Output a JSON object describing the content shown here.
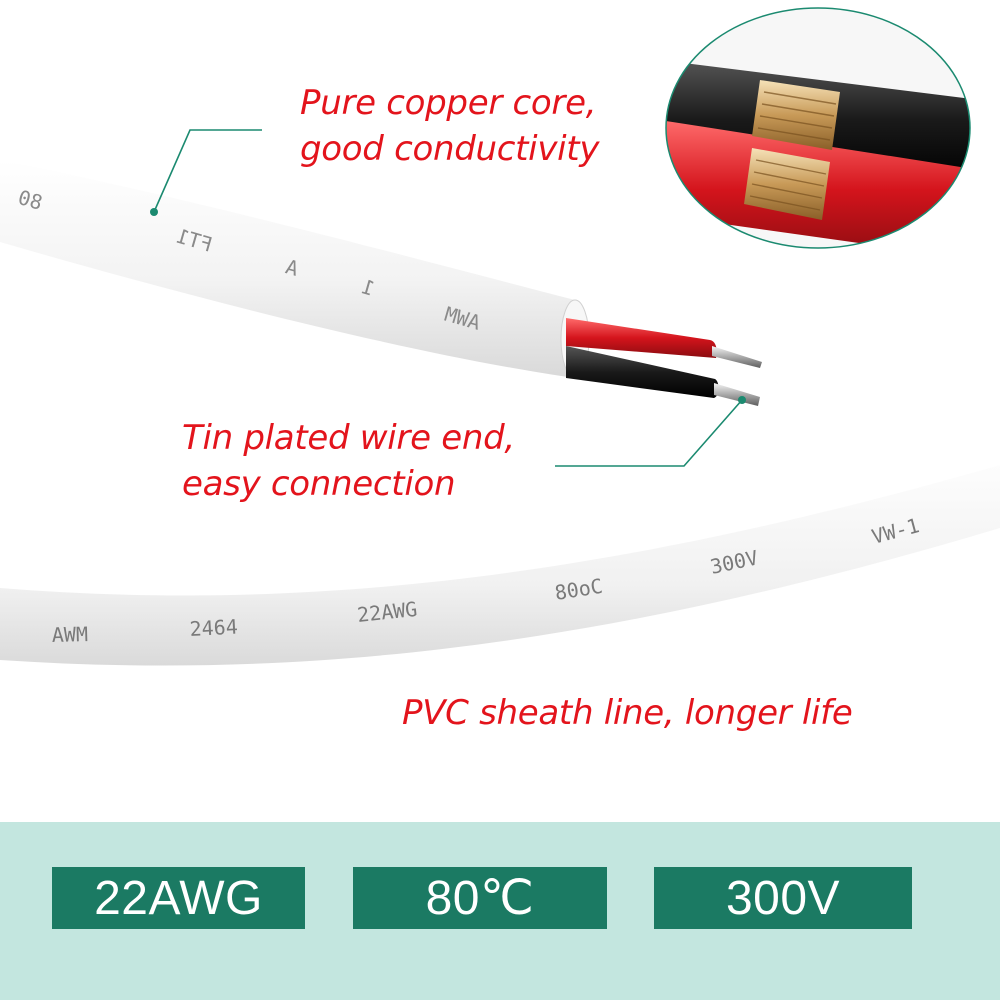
{
  "callouts": {
    "copper": [
      "Pure copper core,",
      "good conductivity"
    ],
    "tin": [
      "Tin plated wire end,",
      "easy connection"
    ],
    "pvc": [
      "PVC sheath line, longer life"
    ]
  },
  "cable_print": {
    "front": [
      "AWM",
      "2464",
      "22AWG",
      "80oC",
      "300V",
      "VW-1"
    ],
    "back": [
      "AWM",
      "1",
      "A",
      "FT1",
      "80"
    ]
  },
  "specs": [
    "22AWG",
    "80℃",
    "300V"
  ],
  "colors": {
    "callout_text": "#e3141c",
    "leader_line": "#1b8a70",
    "band_background": "#c3e6df",
    "badge_background": "#1b7a63",
    "badge_text": "#ffffff",
    "core_red": "#d4141c",
    "core_black": "#1a1a1a",
    "sheath": "#f2f2f2"
  }
}
